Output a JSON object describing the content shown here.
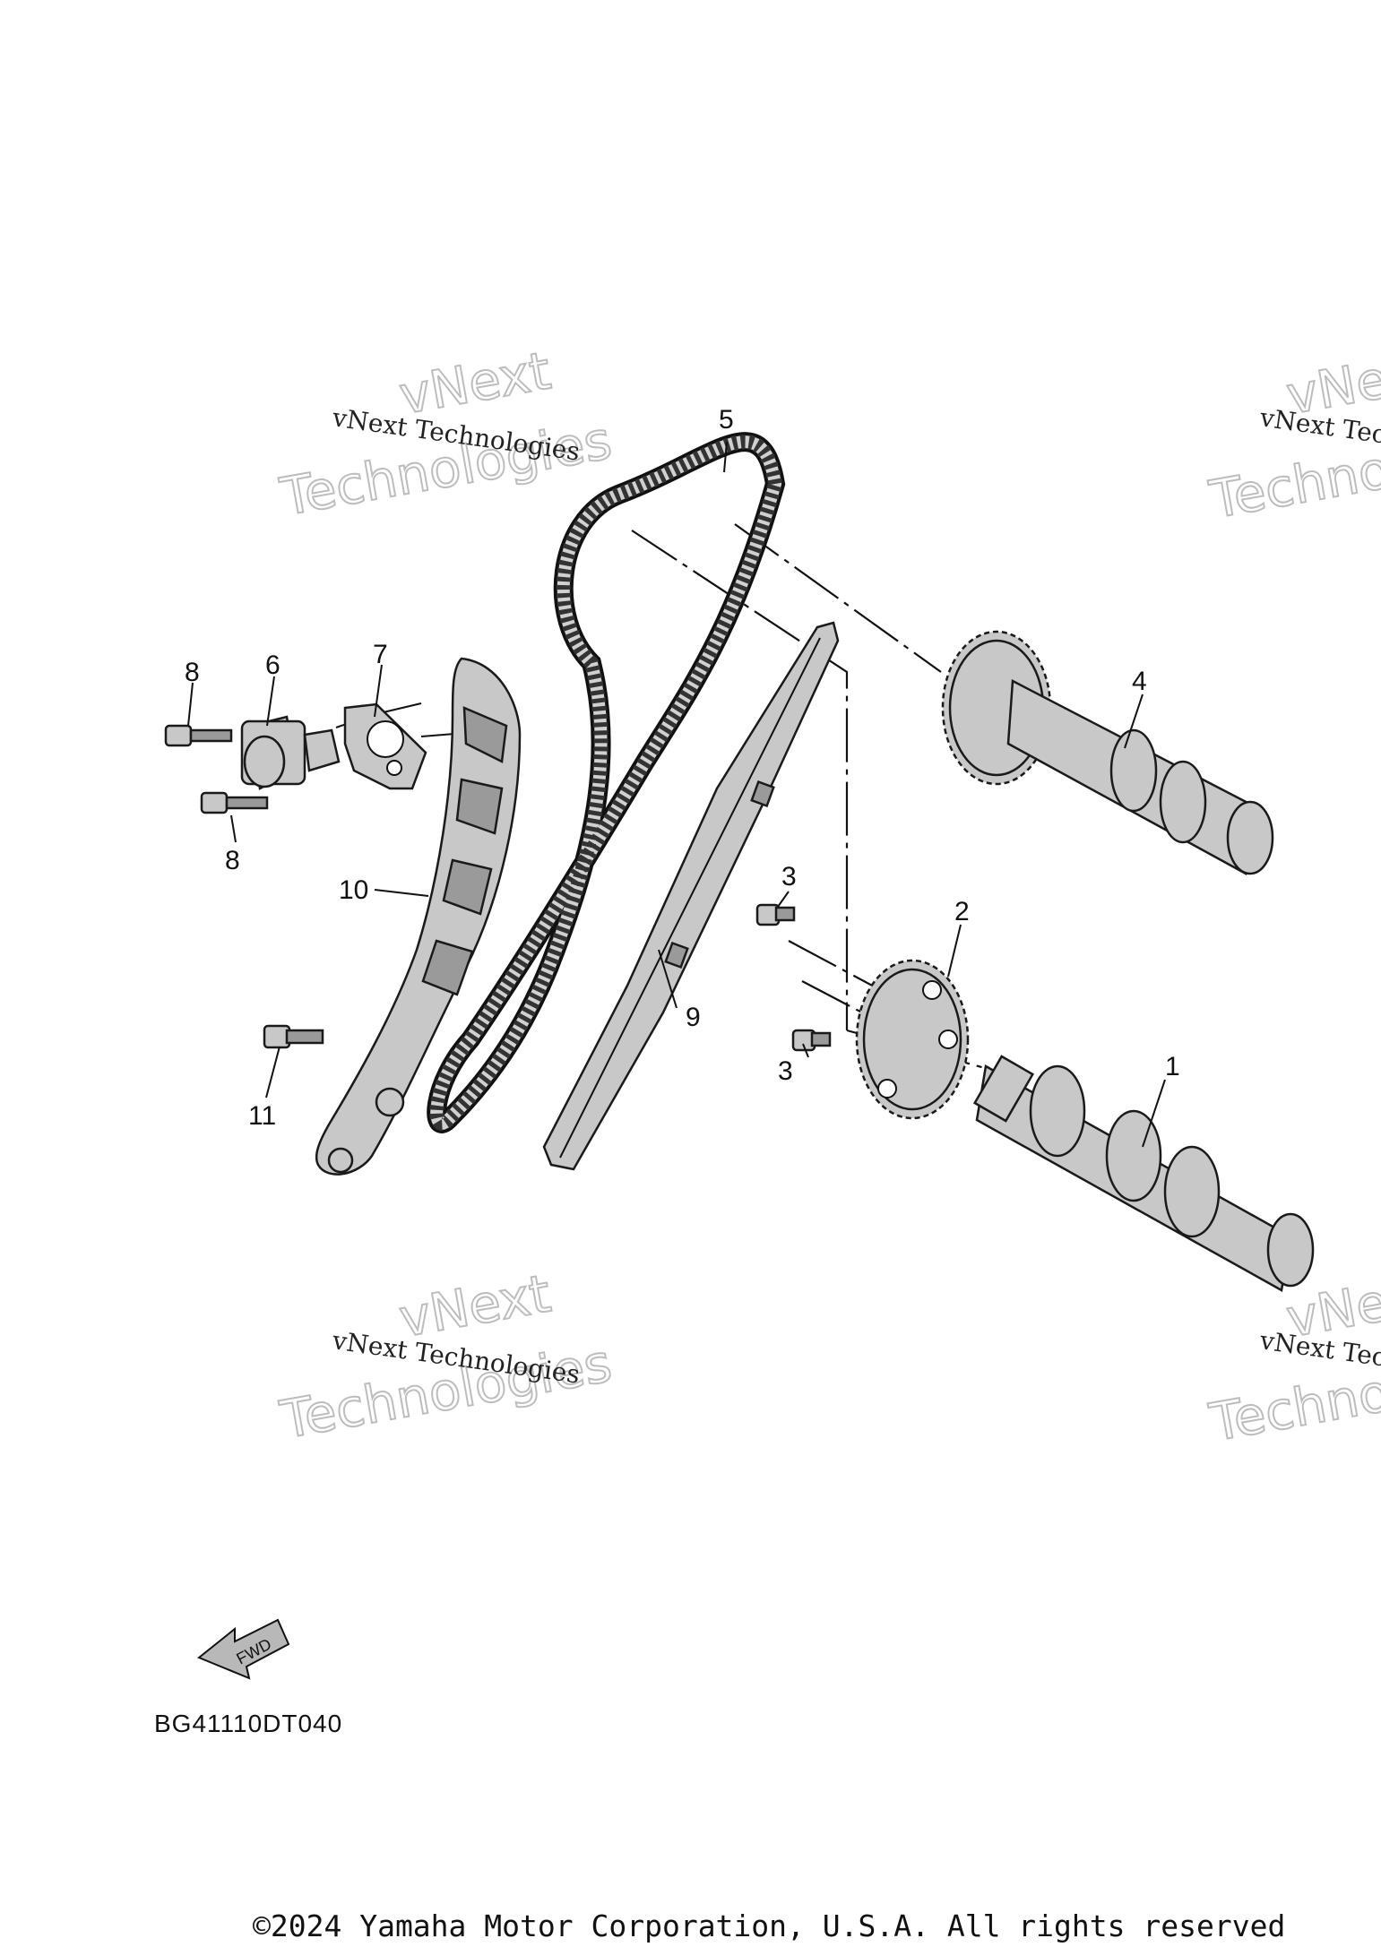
{
  "diagram": {
    "callouts": [
      {
        "id": "1",
        "label": "1"
      },
      {
        "id": "2",
        "label": "2"
      },
      {
        "id": "3a",
        "label": "3"
      },
      {
        "id": "3b",
        "label": "3"
      },
      {
        "id": "4",
        "label": "4"
      },
      {
        "id": "5",
        "label": "5"
      },
      {
        "id": "6",
        "label": "6"
      },
      {
        "id": "7",
        "label": "7"
      },
      {
        "id": "8a",
        "label": "8"
      },
      {
        "id": "8b",
        "label": "8"
      },
      {
        "id": "9",
        "label": "9"
      },
      {
        "id": "10",
        "label": "10"
      },
      {
        "id": "11",
        "label": "11"
      }
    ],
    "fwd_label": "FWD",
    "drawing_code": "BG41110DT040"
  },
  "watermark": {
    "small_text": "vNext Technologies",
    "big_line1": "vNext",
    "big_line2": "Technologies"
  },
  "footer": {
    "copyright": "©2024 Yamaha Motor Corporation, U.S.A. All rights reserved"
  }
}
